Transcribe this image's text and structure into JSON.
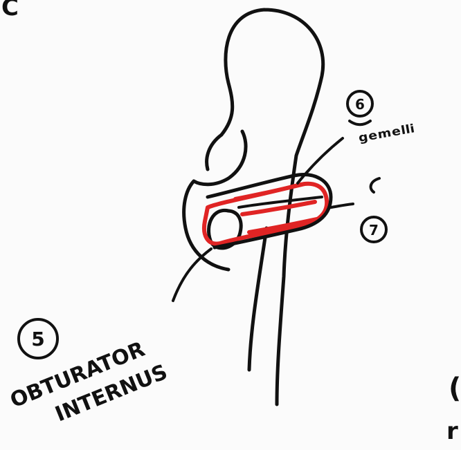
{
  "diagram": {
    "muscle_color": "#e02424",
    "ink_color": "#111111",
    "labels": {
      "corner_fragment": "C",
      "label_6_number": "6",
      "label_6_text": "ᵍᵉᵐᵉˡˡⁱ",
      "label_7_number": "7",
      "label_5_number": "5",
      "label_5_line1": "OBTURATOR",
      "label_5_line2": "INTERNUS",
      "right_edge_circle_fragment": "(",
      "right_edge_text_fragment": "r"
    }
  }
}
